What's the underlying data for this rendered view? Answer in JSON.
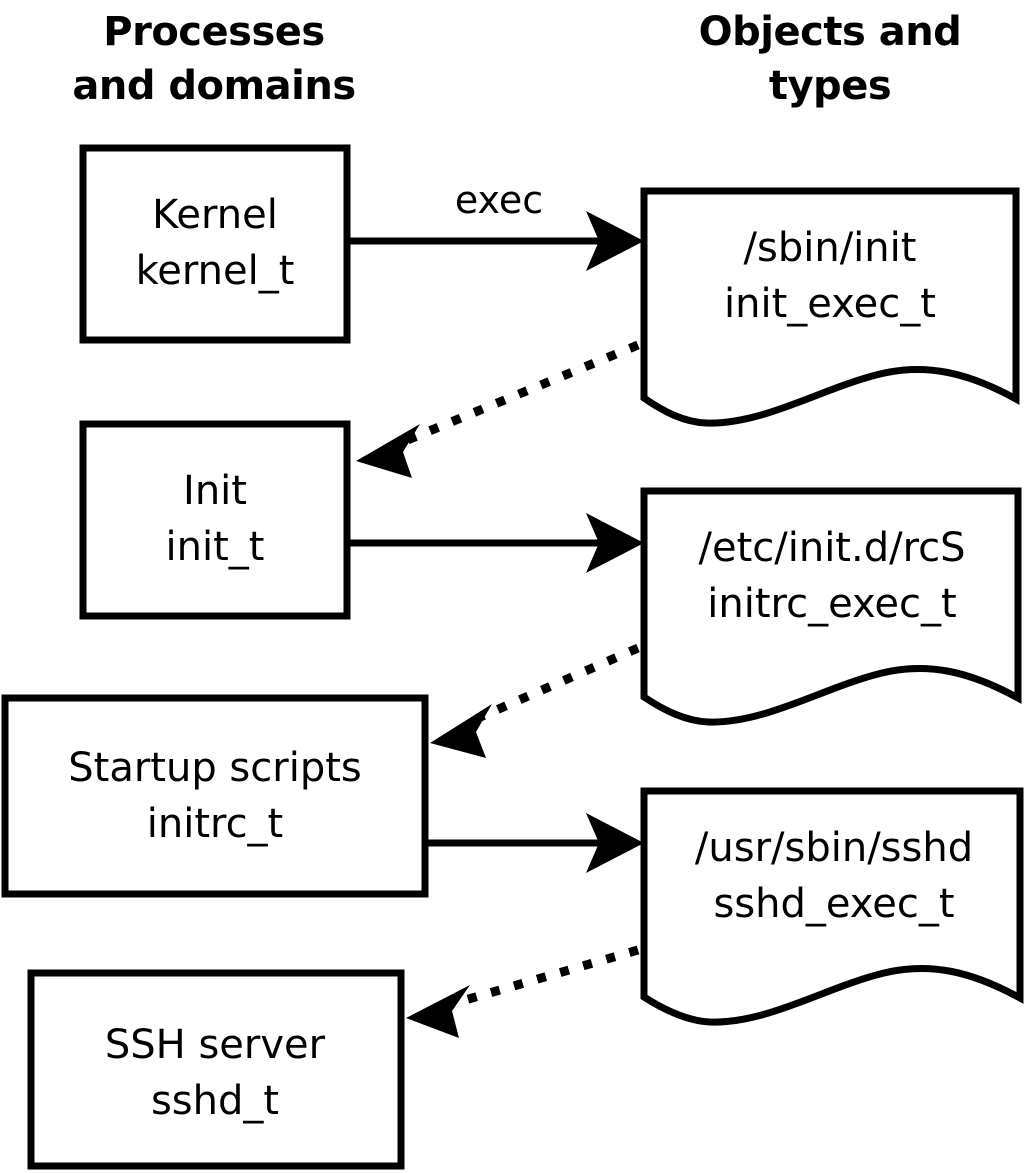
{
  "headers": {
    "left": {
      "line1": "Processes",
      "line2": "and domains"
    },
    "right": {
      "line1": "Objects and",
      "line2": "types"
    }
  },
  "colors": {
    "stroke": "#000000",
    "fill": "#ffffff",
    "text": "#000000"
  },
  "process_nodes": [
    {
      "id": "kernel",
      "line1": "Kernel",
      "line2": "kernel_t"
    },
    {
      "id": "init",
      "line1": "Init",
      "line2": "init_t"
    },
    {
      "id": "initrc",
      "line1": "Startup scripts",
      "line2": "initrc_t"
    },
    {
      "id": "sshd",
      "line1": "SSH server",
      "line2": "sshd_t"
    }
  ],
  "object_nodes": [
    {
      "id": "init_exec",
      "line1": "/sbin/init",
      "line2": "init_exec_t"
    },
    {
      "id": "initrc_exec",
      "line1": "/etc/init.d/rcS",
      "line2": "initrc_exec_t"
    },
    {
      "id": "sshd_exec",
      "line1": "/usr/sbin/sshd",
      "line2": "sshd_exec_t"
    }
  ],
  "edges": [
    {
      "id": "kernel-exec-init_exec",
      "from": "kernel",
      "to": "init_exec",
      "style": "solid",
      "label": "exec"
    },
    {
      "id": "init_exec-transition-init",
      "from": "init_exec",
      "to": "init",
      "style": "dotted",
      "label": ""
    },
    {
      "id": "init-exec-initrc_exec",
      "from": "init",
      "to": "initrc_exec",
      "style": "solid",
      "label": ""
    },
    {
      "id": "initrc_exec-transition-initrc",
      "from": "initrc_exec",
      "to": "initrc",
      "style": "dotted",
      "label": ""
    },
    {
      "id": "initrc-exec-sshd_exec",
      "from": "initrc",
      "to": "sshd_exec",
      "style": "solid",
      "label": ""
    },
    {
      "id": "sshd_exec-transition-sshd",
      "from": "sshd_exec",
      "to": "sshd",
      "style": "dotted",
      "label": ""
    }
  ]
}
